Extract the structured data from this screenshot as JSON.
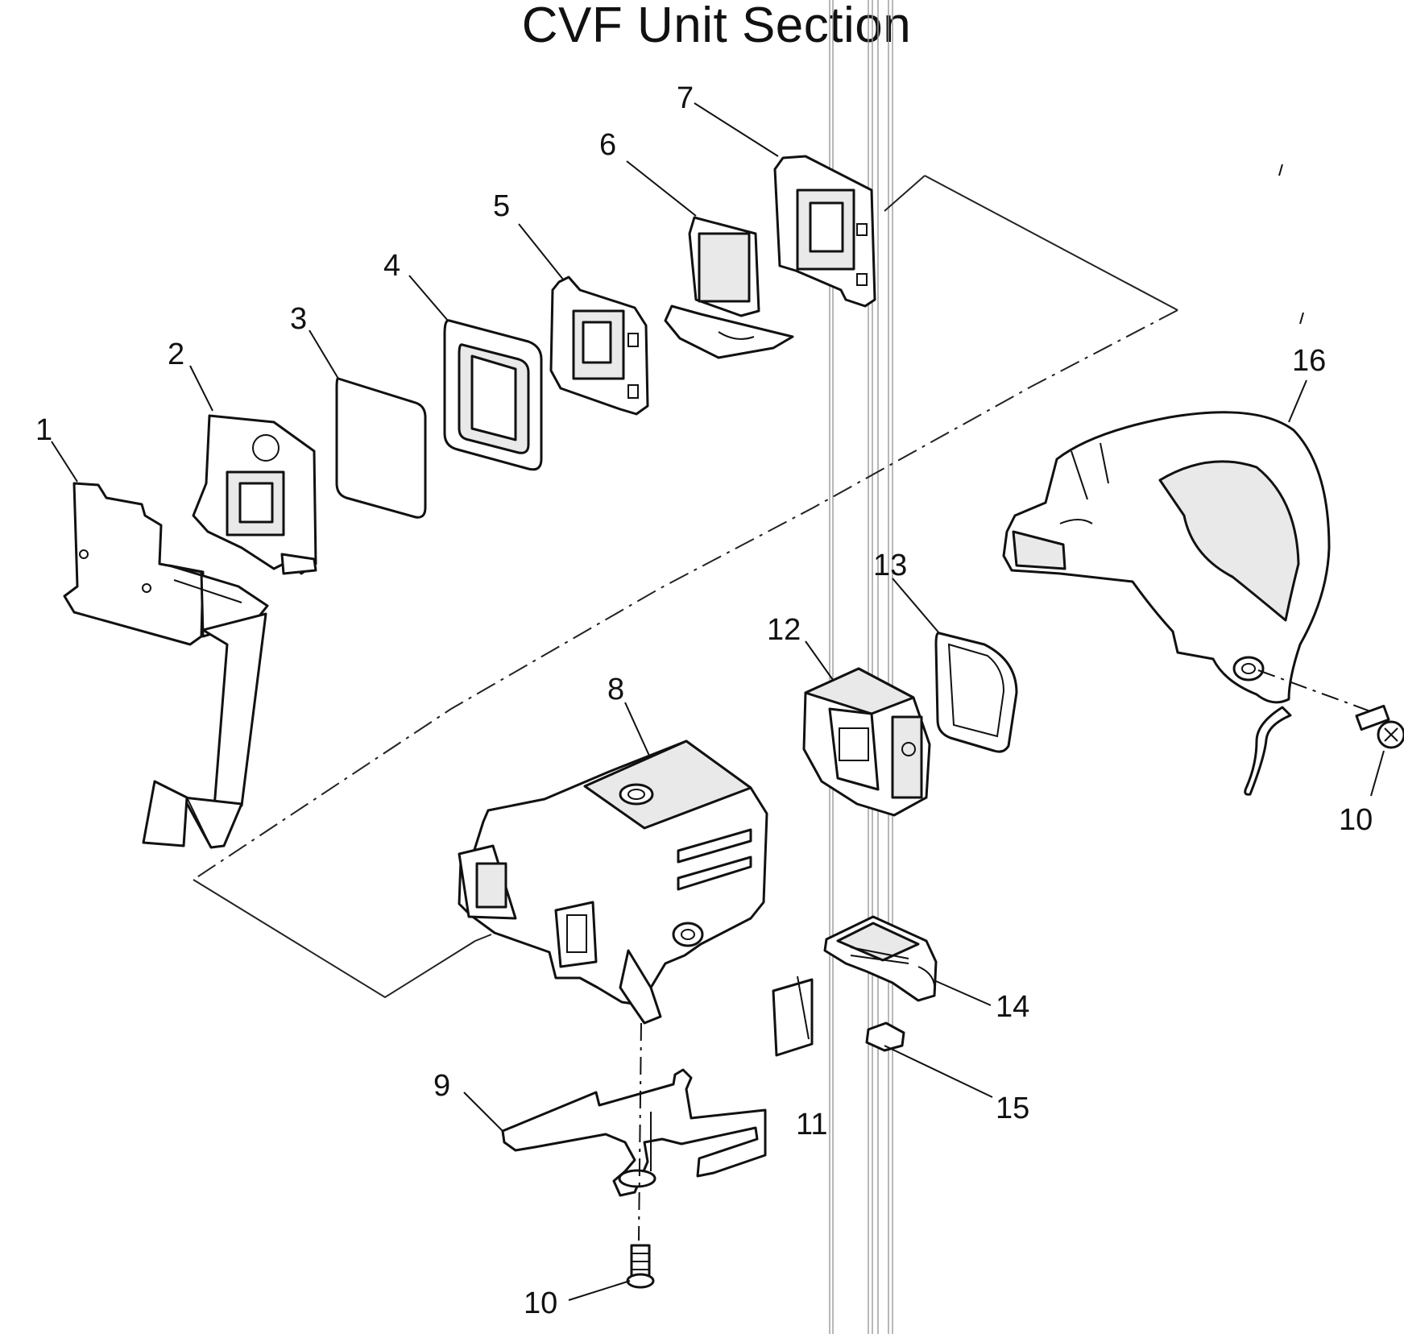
{
  "title": "CVF Unit Section",
  "callouts": {
    "c1": "1",
    "c2": "2",
    "c3": "3",
    "c4": "4",
    "c5": "5",
    "c6": "6",
    "c7": "7",
    "c8": "8",
    "c9": "9",
    "c10a": "10",
    "c10b": "10",
    "c11": "11",
    "c12": "12",
    "c13": "13",
    "c14": "14",
    "c15": "15",
    "c16": "16"
  }
}
